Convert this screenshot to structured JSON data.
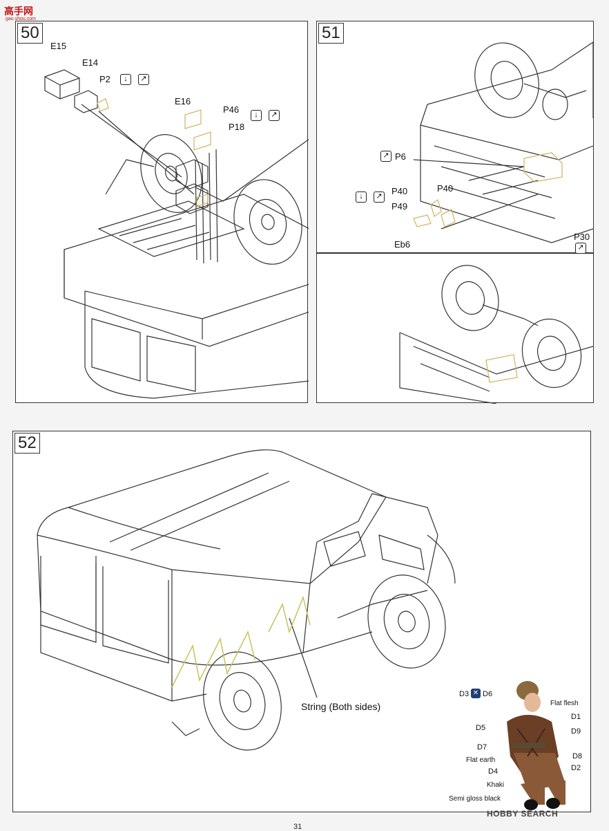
{
  "logo": {
    "text": "高手网",
    "sub": "gao.shou.com"
  },
  "watermark": "HOBBY SEARCH",
  "page_number": "31",
  "steps": {
    "s50": {
      "number": "50",
      "labels": {
        "E15": "E15",
        "E14": "E14",
        "P2": "P2",
        "E16": "E16",
        "P46": "P46",
        "P18": "P18"
      },
      "icons": [
        "glue-icon",
        "photoetch-icon",
        "glue-icon",
        "photoetch-icon"
      ]
    },
    "s51": {
      "number": "51",
      "labels": {
        "P6": "P6",
        "P40a": "P40",
        "P40b": "P40",
        "P49": "P49",
        "Eb6": "Eb6",
        "P30": "P30"
      },
      "icons": [
        "photoetch-icon",
        "glue-icon",
        "photoetch-icon",
        "photoetch-icon"
      ]
    },
    "s52": {
      "number": "52",
      "string_label": "String (Both sides)",
      "figure_labels": {
        "D3": "D3",
        "D6": "D6",
        "flat_flesh": "Flat flesh",
        "D1": "D1",
        "D5": "D5",
        "D9": "D9",
        "D7": "D7",
        "D8": "D8",
        "flat_earth": "Flat earth",
        "D2": "D2",
        "D4": "D4",
        "khaki": "Khaki",
        "semi_gloss_black": "Semi gloss black"
      }
    }
  },
  "icon_glyphs": {
    "glue": "↓",
    "photoetch": "↗",
    "join": "✕"
  },
  "colors": {
    "photoetch": "#e6c98a",
    "string": "#c9c15a",
    "uniform": "#6b3e26",
    "panel_border": "#333333"
  }
}
